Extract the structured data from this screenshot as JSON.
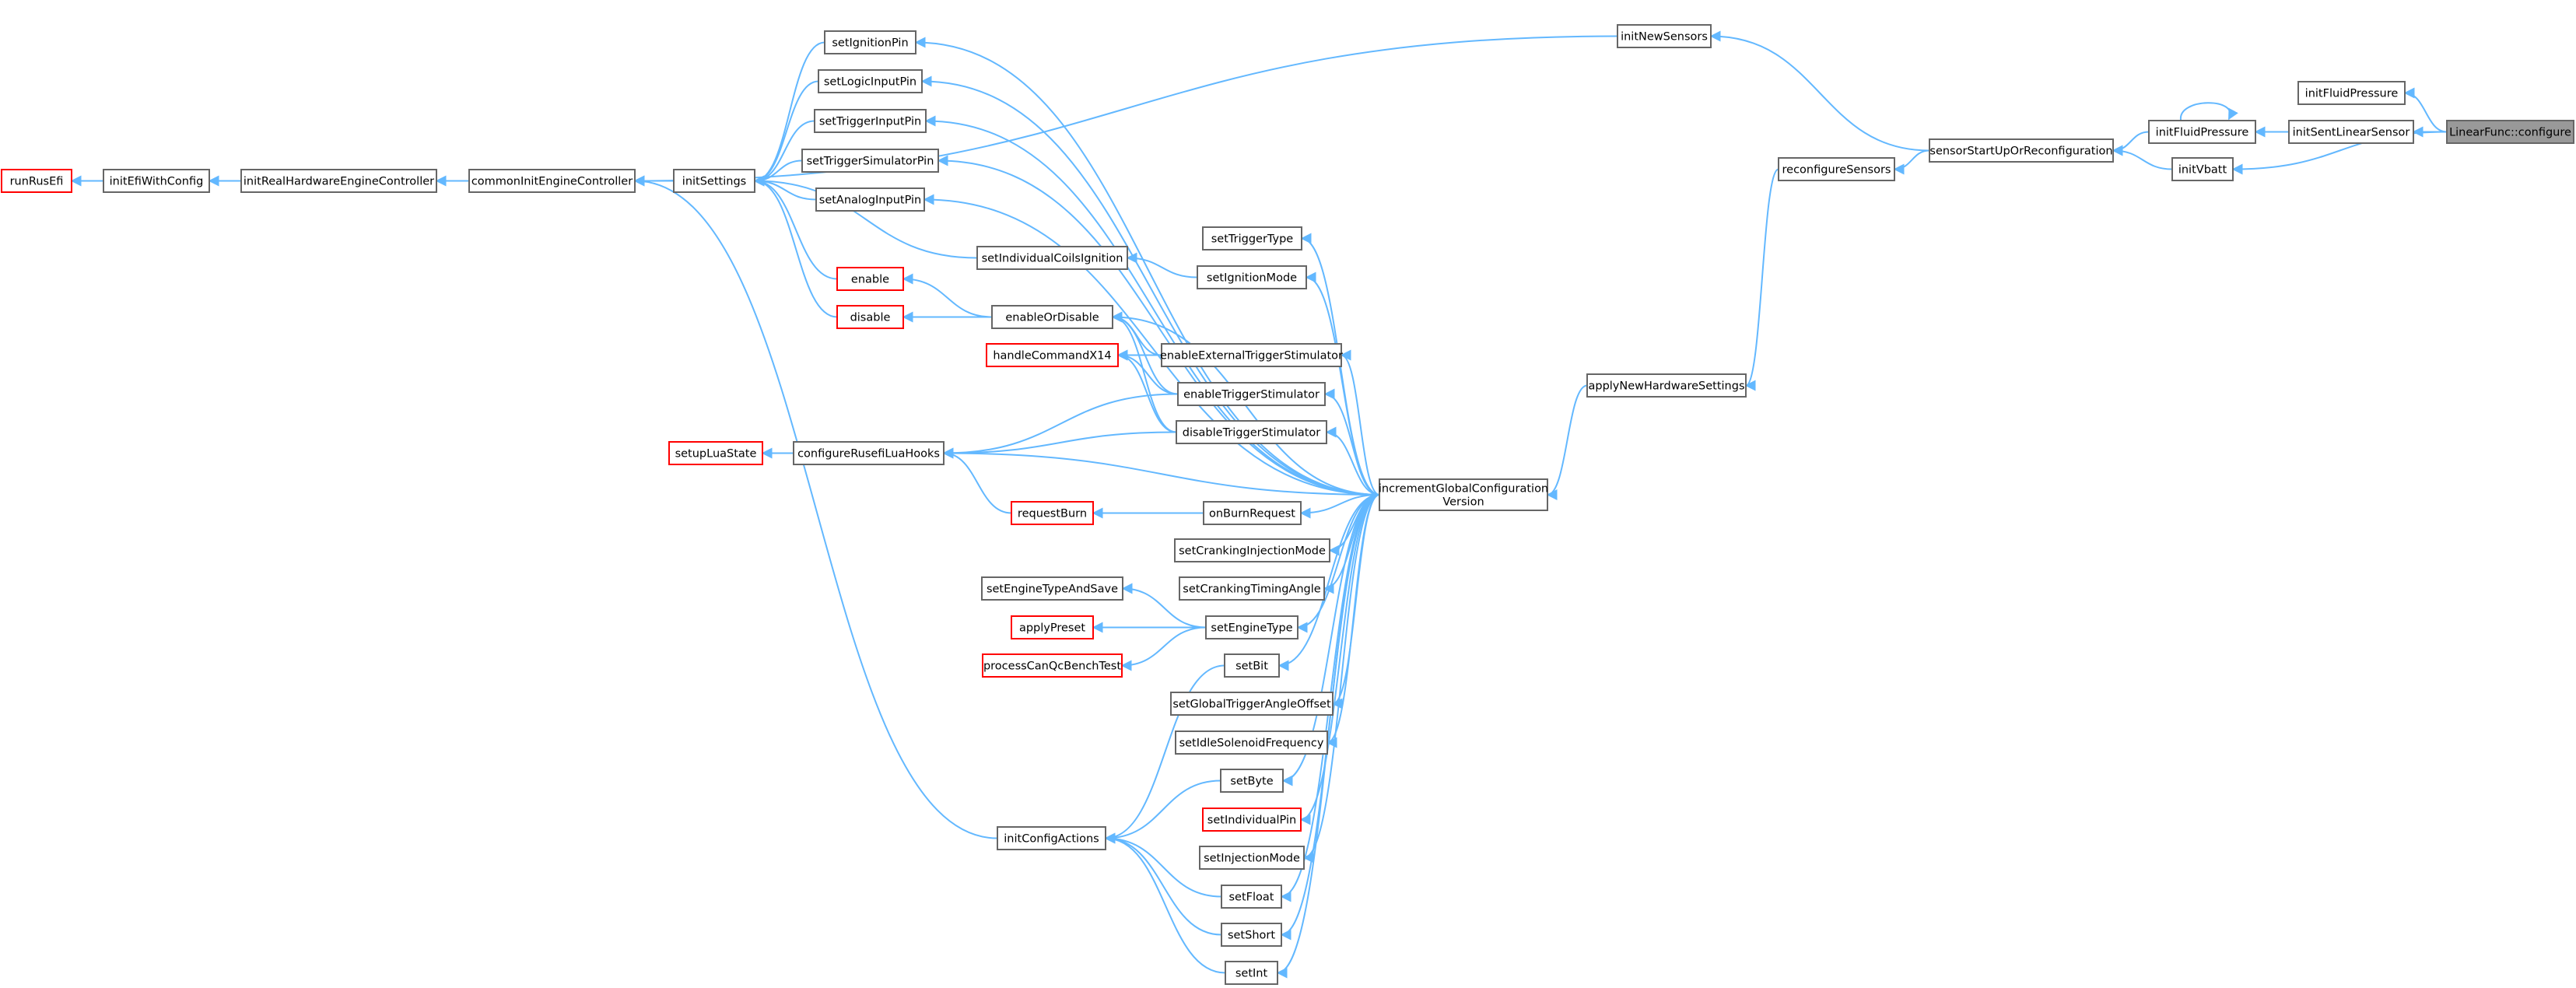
{
  "graph": {
    "nodes": {
      "runRusEfi": {
        "label": "runRusEfi",
        "style": "red"
      },
      "initEfiWithConfig": {
        "label": "initEfiWithConfig",
        "style": "normal"
      },
      "initRealHardwareEngineController": {
        "label": "initRealHardwareEngineController",
        "style": "normal"
      },
      "commonInitEngineController": {
        "label": "commonInitEngineController",
        "style": "normal"
      },
      "initSettings": {
        "label": "initSettings",
        "style": "normal"
      },
      "setIgnitionPin": {
        "label": "setIgnitionPin",
        "style": "normal"
      },
      "setLogicInputPin": {
        "label": "setLogicInputPin",
        "style": "normal"
      },
      "setTriggerInputPin": {
        "label": "setTriggerInputPin",
        "style": "normal"
      },
      "setTriggerSimulatorPin": {
        "label": "setTriggerSimulatorPin",
        "style": "normal"
      },
      "setAnalogInputPin": {
        "label": "setAnalogInputPin",
        "style": "normal"
      },
      "setIndividualCoilsIgnition": {
        "label": "setIndividualCoilsIgnition",
        "style": "normal"
      },
      "setTriggerType": {
        "label": "setTriggerType",
        "style": "normal"
      },
      "setIgnitionMode": {
        "label": "setIgnitionMode",
        "style": "normal"
      },
      "enable": {
        "label": "enable",
        "style": "red"
      },
      "disable": {
        "label": "disable",
        "style": "red"
      },
      "enableOrDisable": {
        "label": "enableOrDisable",
        "style": "normal"
      },
      "handleCommandX14": {
        "label": "handleCommandX14",
        "style": "red"
      },
      "enableExternalTriggerStimulator": {
        "label": "enableExternalTriggerStimulator",
        "style": "normal"
      },
      "enableTriggerStimulator": {
        "label": "enableTriggerStimulator",
        "style": "normal"
      },
      "disableTriggerStimulator": {
        "label": "disableTriggerStimulator",
        "style": "normal"
      },
      "setupLuaState": {
        "label": "setupLuaState",
        "style": "red"
      },
      "configureRusefiLuaHooks": {
        "label": "configureRusefiLuaHooks",
        "style": "normal"
      },
      "requestBurn": {
        "label": "requestBurn",
        "style": "red"
      },
      "onBurnRequest": {
        "label": "onBurnRequest",
        "style": "normal"
      },
      "setCrankingInjectionMode": {
        "label": "setCrankingInjectionMode",
        "style": "normal"
      },
      "setCrankingTimingAngle": {
        "label": "setCrankingTimingAngle",
        "style": "normal"
      },
      "setEngineTypeAndSave": {
        "label": "setEngineTypeAndSave",
        "style": "normal"
      },
      "applyPreset": {
        "label": "applyPreset",
        "style": "red"
      },
      "processCanQcBenchTest": {
        "label": "processCanQcBenchTest",
        "style": "red"
      },
      "setEngineType": {
        "label": "setEngineType",
        "style": "normal"
      },
      "setBit": {
        "label": "setBit",
        "style": "normal"
      },
      "setGlobalTriggerAngleOffset": {
        "label": "setGlobalTriggerAngleOffset",
        "style": "normal"
      },
      "setIdleSolenoidFrequency": {
        "label": "setIdleSolenoidFrequency",
        "style": "normal"
      },
      "setByte": {
        "label": "setByte",
        "style": "normal"
      },
      "setIndividualPin": {
        "label": "setIndividualPin",
        "style": "red"
      },
      "setInjectionMode": {
        "label": "setInjectionMode",
        "style": "normal"
      },
      "initConfigActions": {
        "label": "initConfigActions",
        "style": "normal"
      },
      "setFloat": {
        "label": "setFloat",
        "style": "normal"
      },
      "setShort": {
        "label": "setShort",
        "style": "normal"
      },
      "setInt": {
        "label": "setInt",
        "style": "normal"
      },
      "incrementGlobalConfigurationVersion": {
        "label": "incrementGlobalConfiguration\nVersion",
        "style": "normal"
      },
      "applyNewHardwareSettings": {
        "label": "applyNewHardwareSettings",
        "style": "normal"
      },
      "reconfigureSensors": {
        "label": "reconfigureSensors",
        "style": "normal"
      },
      "initNewSensors": {
        "label": "initNewSensors",
        "style": "normal"
      },
      "sensorStartUpOrReconfiguration": {
        "label": "sensorStartUpOrReconfiguration",
        "style": "normal"
      },
      "initFluidPressure2": {
        "label": "initFluidPressure",
        "style": "normal"
      },
      "initVbatt": {
        "label": "initVbatt",
        "style": "normal"
      },
      "initFluidPressure": {
        "label": "initFluidPressure",
        "style": "normal"
      },
      "initSentLinearSensor": {
        "label": "initSentLinearSensor",
        "style": "normal"
      },
      "LinearFunc_configure": {
        "label": "LinearFunc::configure",
        "style": "root"
      }
    },
    "edges": [
      [
        "initEfiWithConfig",
        "runRusEfi"
      ],
      [
        "initRealHardwareEngineController",
        "initEfiWithConfig"
      ],
      [
        "commonInitEngineController",
        "initRealHardwareEngineController"
      ],
      [
        "initSettings",
        "commonInitEngineController"
      ],
      [
        "initConfigActions",
        "commonInitEngineController"
      ],
      [
        "initNewSensors",
        "commonInitEngineController"
      ],
      [
        "setIgnitionPin",
        "initSettings"
      ],
      [
        "setLogicInputPin",
        "initSettings"
      ],
      [
        "setTriggerInputPin",
        "initSettings"
      ],
      [
        "setTriggerSimulatorPin",
        "initSettings"
      ],
      [
        "setAnalogInputPin",
        "initSettings"
      ],
      [
        "setIndividualCoilsIgnition",
        "initSettings"
      ],
      [
        "enable",
        "initSettings"
      ],
      [
        "disable",
        "initSettings"
      ],
      [
        "setIgnitionMode",
        "setIndividualCoilsIgnition"
      ],
      [
        "enableOrDisable",
        "enable"
      ],
      [
        "enableOrDisable",
        "disable"
      ],
      [
        "enableExternalTriggerStimulator",
        "handleCommandX14"
      ],
      [
        "enableTriggerStimulator",
        "handleCommandX14"
      ],
      [
        "disableTriggerStimulator",
        "handleCommandX14"
      ],
      [
        "enableExternalTriggerStimulator",
        "enableOrDisable"
      ],
      [
        "enableTriggerStimulator",
        "enableOrDisable"
      ],
      [
        "disableTriggerStimulator",
        "enableOrDisable"
      ],
      [
        "enableTriggerStimulator",
        "configureRusefiLuaHooks"
      ],
      [
        "disableTriggerStimulator",
        "configureRusefiLuaHooks"
      ],
      [
        "incrementGlobalConfigurationVersion",
        "configureRusefiLuaHooks"
      ],
      [
        "configureRusefiLuaHooks",
        "setupLuaState"
      ],
      [
        "requestBurn",
        "configureRusefiLuaHooks"
      ],
      [
        "onBurnRequest",
        "requestBurn"
      ],
      [
        "setEngineType",
        "setEngineTypeAndSave"
      ],
      [
        "setEngineType",
        "applyPreset"
      ],
      [
        "setEngineType",
        "processCanQcBenchTest"
      ],
      [
        "setBit",
        "initConfigActions"
      ],
      [
        "setByte",
        "initConfigActions"
      ],
      [
        "setFloat",
        "initConfigActions"
      ],
      [
        "setShort",
        "initConfigActions"
      ],
      [
        "setInt",
        "initConfigActions"
      ],
      [
        "incrementGlobalConfigurationVersion",
        "setIgnitionPin"
      ],
      [
        "incrementGlobalConfigurationVersion",
        "setLogicInputPin"
      ],
      [
        "incrementGlobalConfigurationVersion",
        "setTriggerInputPin"
      ],
      [
        "incrementGlobalConfigurationVersion",
        "setTriggerSimulatorPin"
      ],
      [
        "incrementGlobalConfigurationVersion",
        "setAnalogInputPin"
      ],
      [
        "incrementGlobalConfigurationVersion",
        "setTriggerType"
      ],
      [
        "incrementGlobalConfigurationVersion",
        "setIgnitionMode"
      ],
      [
        "incrementGlobalConfigurationVersion",
        "enableOrDisable"
      ],
      [
        "incrementGlobalConfigurationVersion",
        "enableExternalTriggerStimulator"
      ],
      [
        "incrementGlobalConfigurationVersion",
        "enableTriggerStimulator"
      ],
      [
        "incrementGlobalConfigurationVersion",
        "disableTriggerStimulator"
      ],
      [
        "incrementGlobalConfigurationVersion",
        "onBurnRequest"
      ],
      [
        "incrementGlobalConfigurationVersion",
        "setCrankingInjectionMode"
      ],
      [
        "incrementGlobalConfigurationVersion",
        "setCrankingTimingAngle"
      ],
      [
        "incrementGlobalConfigurationVersion",
        "setEngineType"
      ],
      [
        "incrementGlobalConfigurationVersion",
        "setBit"
      ],
      [
        "incrementGlobalConfigurationVersion",
        "setGlobalTriggerAngleOffset"
      ],
      [
        "incrementGlobalConfigurationVersion",
        "setIdleSolenoidFrequency"
      ],
      [
        "incrementGlobalConfigurationVersion",
        "setByte"
      ],
      [
        "incrementGlobalConfigurationVersion",
        "setIndividualPin"
      ],
      [
        "incrementGlobalConfigurationVersion",
        "setInjectionMode"
      ],
      [
        "incrementGlobalConfigurationVersion",
        "setFloat"
      ],
      [
        "incrementGlobalConfigurationVersion",
        "setShort"
      ],
      [
        "incrementGlobalConfigurationVersion",
        "setInt"
      ],
      [
        "applyNewHardwareSettings",
        "incrementGlobalConfigurationVersion"
      ],
      [
        "reconfigureSensors",
        "applyNewHardwareSettings"
      ],
      [
        "sensorStartUpOrReconfiguration",
        "reconfigureSensors"
      ],
      [
        "sensorStartUpOrReconfiguration",
        "initNewSensors"
      ],
      [
        "initFluidPressure2",
        "sensorStartUpOrReconfiguration"
      ],
      [
        "initVbatt",
        "sensorStartUpOrReconfiguration"
      ],
      [
        "initFluidPressure2",
        "initFluidPressure2"
      ],
      [
        "initSentLinearSensor",
        "initFluidPressure2"
      ],
      [
        "LinearFunc_configure",
        "initFluidPressure"
      ],
      [
        "LinearFunc_configure",
        "initSentLinearSensor"
      ],
      [
        "LinearFunc_configure",
        "initVbatt"
      ]
    ]
  }
}
